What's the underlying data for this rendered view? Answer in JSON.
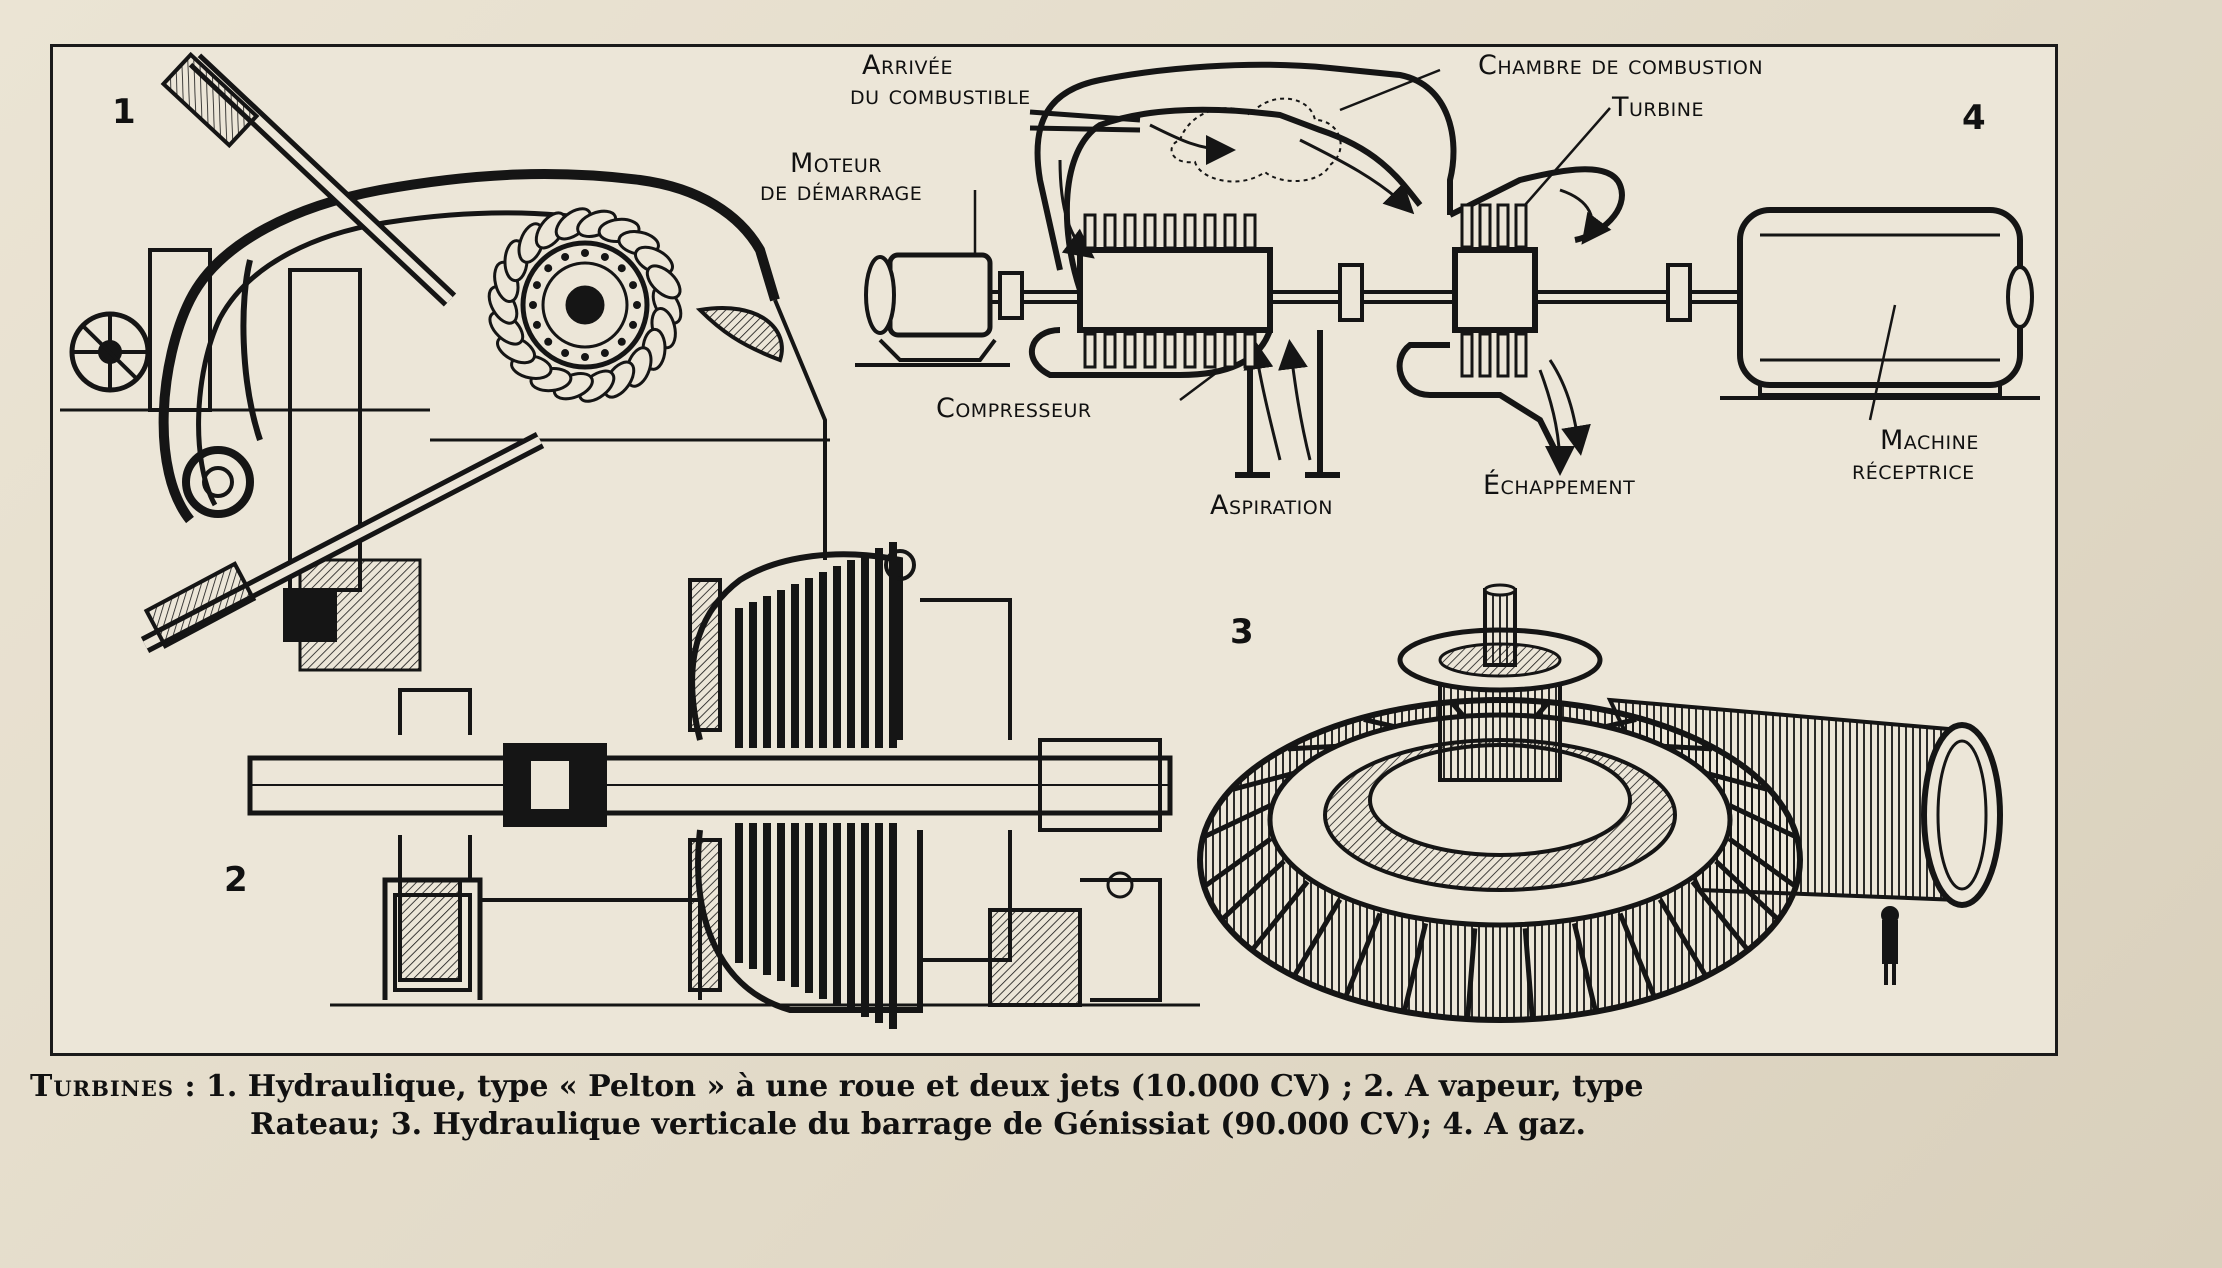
{
  "figure": {
    "panel_numbers": [
      "1",
      "2",
      "3",
      "4"
    ]
  },
  "gas_turbine_labels": {
    "fuel_inlet_1": "Arrivée",
    "fuel_inlet_2": "du combustible",
    "combustion_chamber": "Chambre de combustion",
    "turbine": "Turbine",
    "starter_1": "Moteur",
    "starter_2": "de démarrage",
    "compressor": "Compresseur",
    "intake": "Aspiration",
    "exhaust": "Échappement",
    "receiver_1": "Machine",
    "receiver_2": "réceptrice"
  },
  "caption": {
    "lead": "Turbines",
    "line1_rest": " : 1. Hydraulique, type « Pelton » à une roue et deux jets (10.000 CV) ; 2. A vapeur, type",
    "line2": "Rateau; 3. Hydraulique verticale du barrage de Génissiat (90.000 CV); 4. A gaz."
  },
  "colors": {
    "ink": "#151515",
    "paper": "#ece6d8",
    "background": "#e2dac8"
  }
}
